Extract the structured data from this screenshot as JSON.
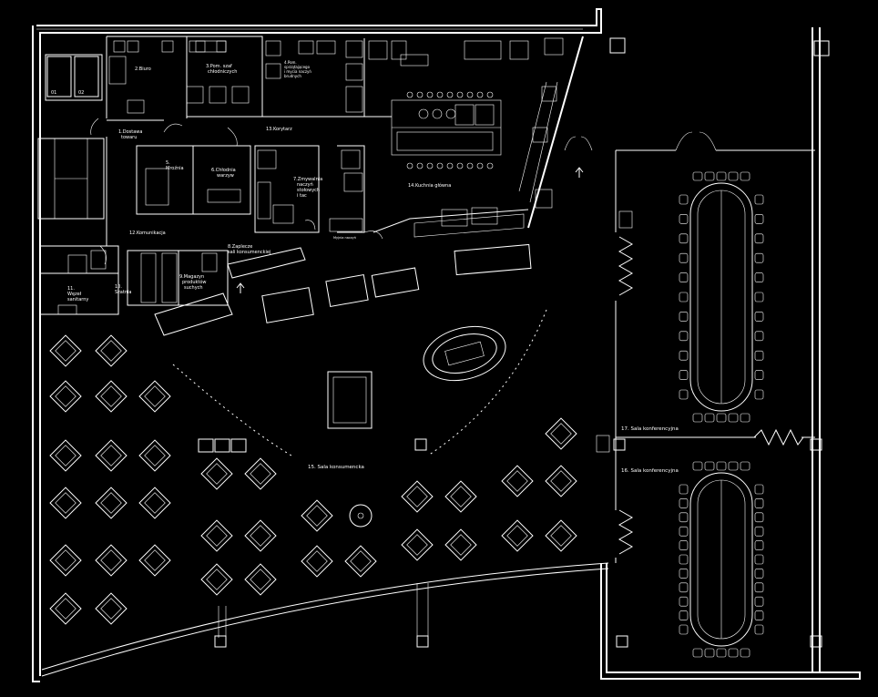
{
  "rooms": {
    "r1": [
      "1.Dostawa",
      "towaru"
    ],
    "r2": [
      "2.Biuro"
    ],
    "r3": [
      "3.Pom. szaf",
      "chłodniczych"
    ],
    "r4": [
      "4.Pom.",
      "sprzątającego",
      "i mycia naczyń",
      "brudnych"
    ],
    "r5": [
      "5.",
      "Mroźnia"
    ],
    "r6": [
      "6.Chłodnia",
      "warzyw"
    ],
    "r7": [
      "7.Zmywalnia",
      "naczyń",
      "stołowych",
      "i tac"
    ],
    "r8": [
      "8.Zaplecze",
      "sali konsumenckiej"
    ],
    "r9": [
      "9.Magazyn",
      "produktów",
      "suchych"
    ],
    "r10": [
      "10.",
      "Szatnia"
    ],
    "r11": [
      "11.",
      "Węzeł",
      "sanitarny"
    ],
    "r12": [
      "12.Komunikacja"
    ],
    "r13": [
      "13.Korytarz"
    ],
    "r14": [
      "14.Kuchnia główna"
    ],
    "r15": [
      "15. Sala konsumencka"
    ],
    "r16": [
      "16. Sala konferencyjna"
    ],
    "r17": [
      "17. Sala konferencyjna"
    ],
    "small": [
      "Myjnia naczyń"
    ]
  },
  "elevators": [
    "01",
    "02"
  ],
  "colors": {
    "background": "#000000",
    "lines": "#ffffff"
  }
}
